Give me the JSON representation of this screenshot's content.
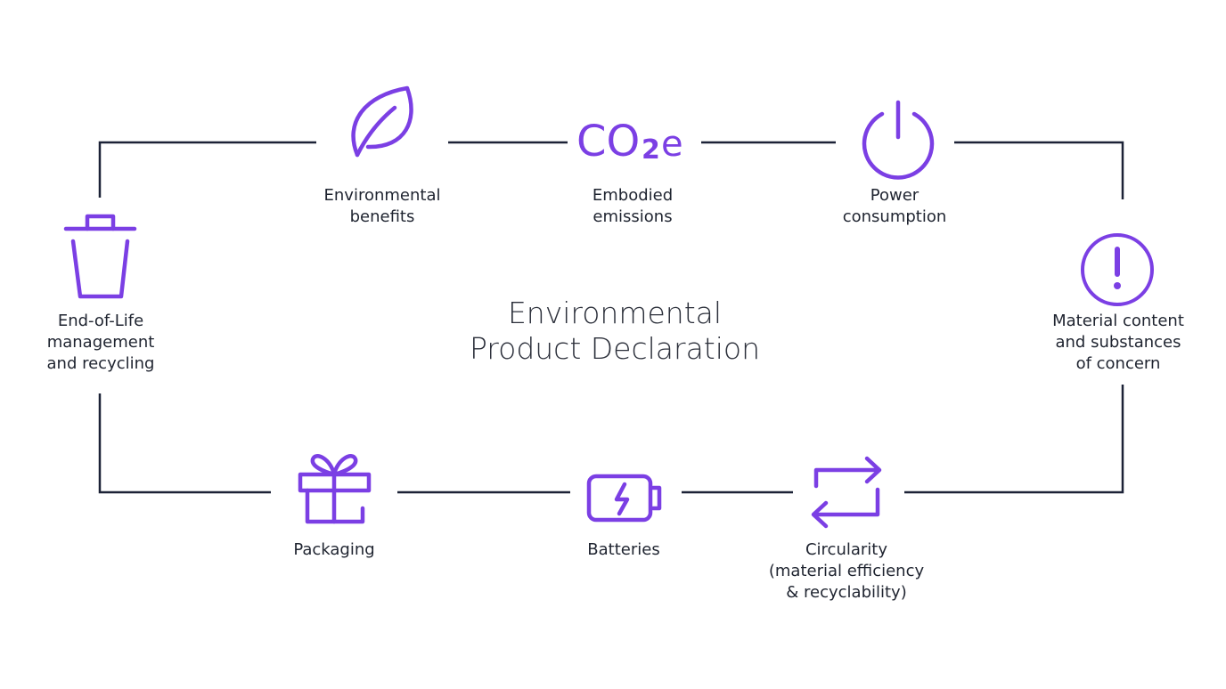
{
  "colors": {
    "accent": "#7b3fe4",
    "line": "#1c2237"
  },
  "title": {
    "line1": "Environmental",
    "line2": "Product Declaration"
  },
  "items": {
    "benefits": {
      "icon": "leaf-icon",
      "line1": "Environmental",
      "line2": "benefits"
    },
    "emissions": {
      "icon": "co2e-icon",
      "icon_text": "CO",
      "icon_sub": "2",
      "icon_suffix": "e",
      "line1": "Embodied",
      "line2": "emissions"
    },
    "power": {
      "icon": "power-icon",
      "line1": "Power",
      "line2": "consumption"
    },
    "material": {
      "icon": "exclamation-circle-icon",
      "line1": "Material content",
      "line2": "and substances",
      "line3": "of concern"
    },
    "circularity": {
      "icon": "swap-arrows-icon",
      "line1": "Circularity",
      "line2": "(material efficiency",
      "line3": "& recyclability)"
    },
    "batteries": {
      "icon": "battery-icon",
      "line1": "Batteries"
    },
    "packaging": {
      "icon": "gift-icon",
      "line1": "Packaging"
    },
    "eol": {
      "icon": "trash-icon",
      "line1": "End-of-Life",
      "line2": "management",
      "line3": "and recycling"
    }
  }
}
